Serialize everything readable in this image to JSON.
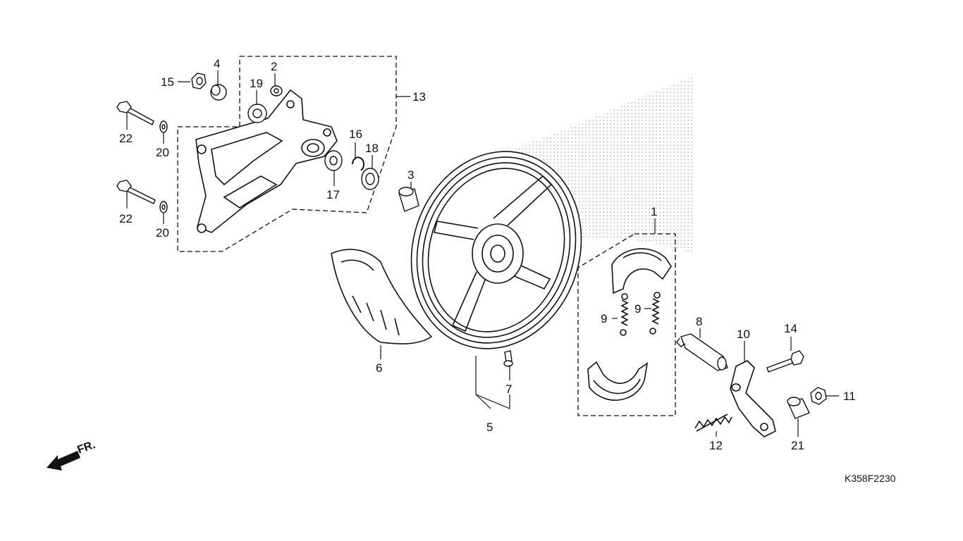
{
  "diagram": {
    "part_labels": [
      "1",
      "2",
      "3",
      "4",
      "5",
      "6",
      "7",
      "8",
      "9",
      "9",
      "10",
      "11",
      "12",
      "13",
      "14",
      "15",
      "16",
      "17",
      "18",
      "19",
      "20",
      "20",
      "21",
      "22",
      "22"
    ],
    "figure_code": "K358F2230",
    "front_indicator": "FR."
  }
}
